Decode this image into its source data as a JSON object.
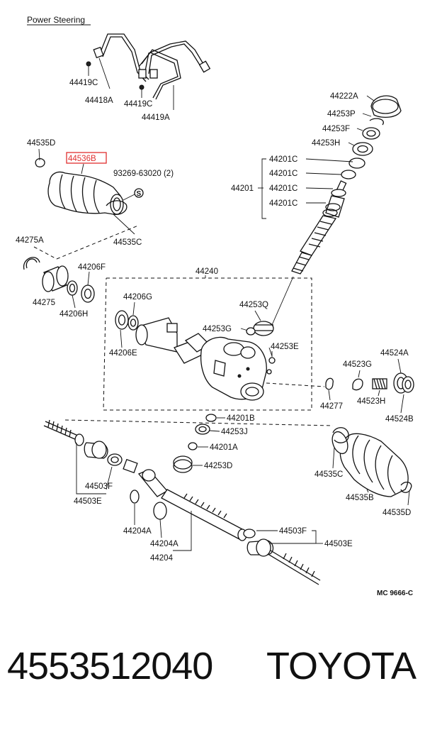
{
  "title": "Power Steering",
  "ref_code": "MC 9666-C",
  "highlight_color": "#e03030",
  "highlighted_part": "44536B",
  "labels": {
    "l44419C_a": "44419C",
    "l44418A": "44418A",
    "l44419C_b": "44419C",
    "l44419A": "44419A",
    "l44535D_top": "44535D",
    "l44536B": "44536B",
    "l93269": "93269-63020 (2)",
    "l44535C_top": "44535C",
    "l44275A": "44275A",
    "l44206F": "44206F",
    "l44275": "44275",
    "l44206H": "44206H",
    "l44240": "44240",
    "l44206G": "44206G",
    "l44206E": "44206E",
    "l44222A": "44222A",
    "l44253P": "44253P",
    "l44253F": "44253F",
    "l44253H": "44253H",
    "l44201C_1": "44201C",
    "l44201C_2": "44201C",
    "l44201": "44201",
    "l44201C_3": "44201C",
    "l44201C_4": "44201C",
    "l44253Q": "44253Q",
    "l44253G": "44253G",
    "l44253E": "44253E",
    "l44201B": "44201B",
    "l44253J": "44253J",
    "l44201A": "44201A",
    "l44253D": "44253D",
    "l44523G": "44523G",
    "l44524A": "44524A",
    "l44523H": "44523H",
    "l44277": "44277",
    "l44524B": "44524B",
    "l44503F_left": "44503F",
    "l44503E_left": "44503E",
    "l44204A_1": "44204A",
    "l44204A_2": "44204A",
    "l44204": "44204",
    "l44503F_right": "44503F",
    "l44503E_right": "44503E",
    "l44535C_right": "44535C",
    "l44535B": "44535B",
    "l44535D_right": "44535D",
    "s_bolt": "S"
  },
  "caption": {
    "part_number": "4553512040",
    "brand": "TOYOTA"
  }
}
